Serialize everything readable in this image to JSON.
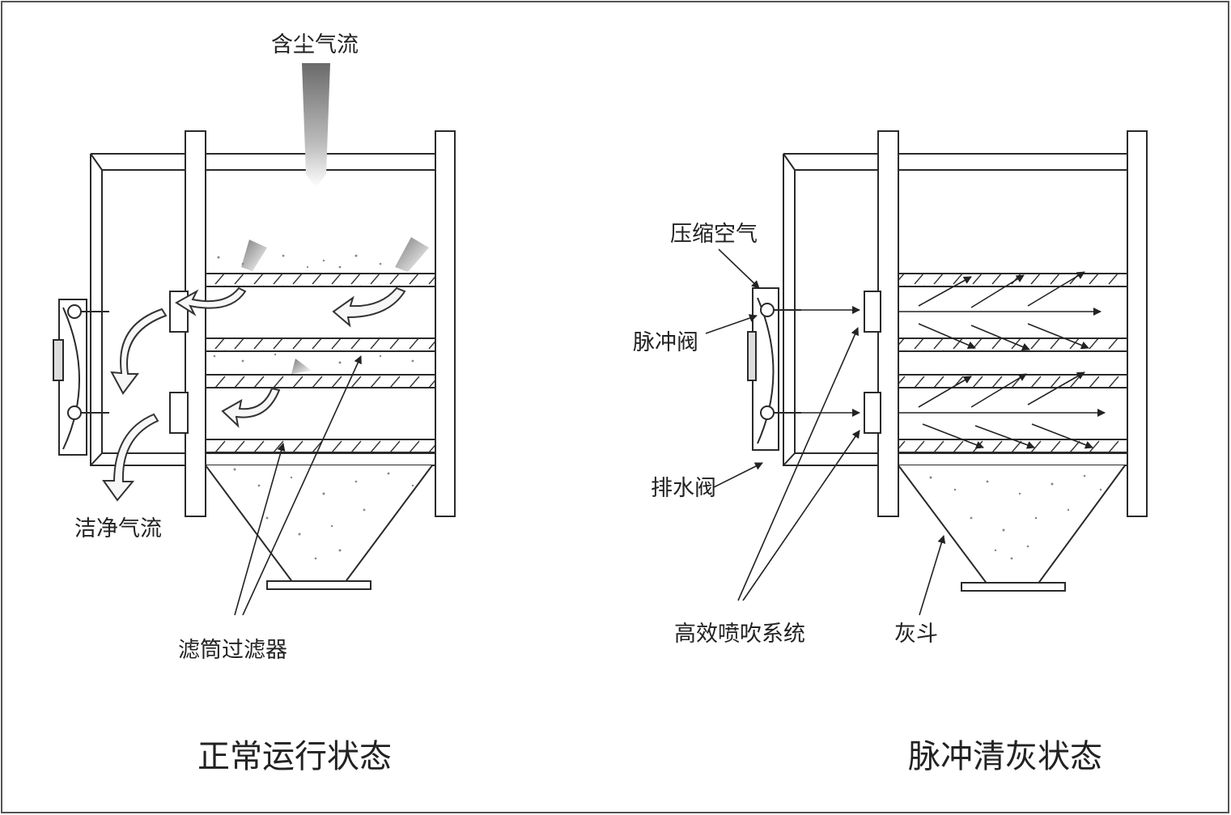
{
  "left_panel": {
    "caption": "正常运行状态",
    "labels": {
      "dusty_airflow": "含尘气流",
      "clean_airflow": "洁净气流",
      "cartridge_filter": "滤筒过滤器"
    }
  },
  "right_panel": {
    "caption": "脉冲清灰状态",
    "labels": {
      "compressed_air": "压缩空气",
      "pulse_valve": "脉冲阀",
      "drain_valve": "排水阀",
      "blowing_system": "高效喷吹系统",
      "ash_hopper": "灰斗"
    }
  },
  "colors": {
    "line": "#2a2a2a",
    "frame": "#555555",
    "arrow_fill": "#f5f5f5",
    "dust": "#888888"
  }
}
